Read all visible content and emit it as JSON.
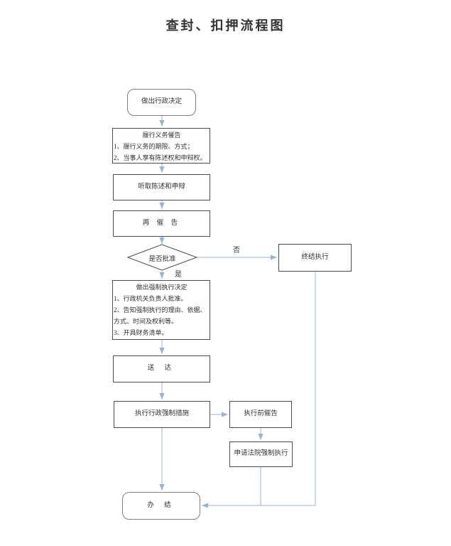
{
  "page": {
    "title": "查封、扣押流程图"
  },
  "colors": {
    "connector": "#95b3d7",
    "box_border": "#4d4d4d",
    "rounded_border": "#7f7f7f",
    "text": "#333333",
    "background": "#ffffff"
  },
  "flowchart": {
    "nodes": {
      "start": {
        "label": "做出行政决定"
      },
      "notice": {
        "title": "履行义务催告",
        "lines": [
          "1、履行义务的期限、方式；",
          "2、当事人享有陈述权和申辩权。"
        ]
      },
      "listen": {
        "label": "听取陈述和申辩"
      },
      "re_notice": {
        "label": "再 催 告"
      },
      "decision": {
        "label": "是否批准"
      },
      "terminate": {
        "label": "终结执行"
      },
      "enforce_decision": {
        "title": "做出强制执行决定",
        "lines": [
          "1、行政机关负责人批准。",
          "2、告知强制执行的理由、依据、方式、时间及权利等。",
          "3、开具财务清单。"
        ]
      },
      "deliver": {
        "label": "送 达"
      },
      "execute": {
        "label": "执行行政强制措施"
      },
      "pre_exec_notice": {
        "label": "执行前催告"
      },
      "court": {
        "label": "申请法院强制执行"
      },
      "finish": {
        "label": "办 结"
      }
    },
    "edge_labels": {
      "no": "否",
      "yes": "是"
    }
  }
}
